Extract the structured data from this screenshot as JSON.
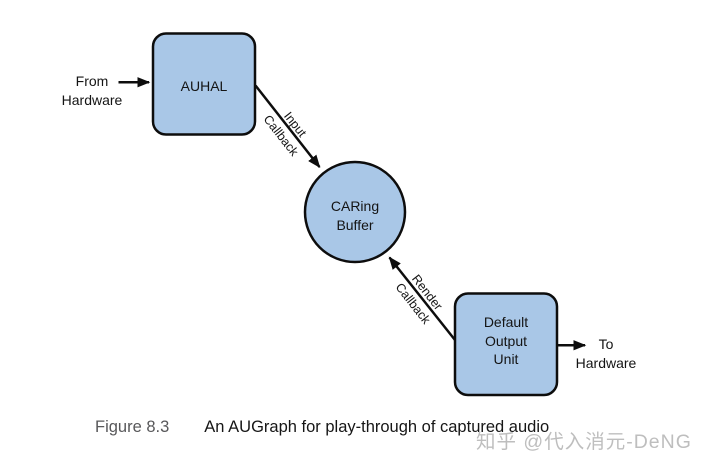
{
  "figure": {
    "colors": {
      "node_fill": "#a9c7e7",
      "node_stroke": "#0d0d0d",
      "arrow": "#0d0d0d",
      "caption_label_gray": "#58585a",
      "watermark_gray": "#b8b8b8"
    },
    "nodes": {
      "auhal": {
        "lines": [
          "AUHAL"
        ]
      },
      "caring_buffer": {
        "lines": [
          "CARing",
          "Buffer"
        ]
      },
      "default_output_unit": {
        "lines": [
          "Default",
          "Output",
          "Unit"
        ]
      }
    },
    "edge_labels": {
      "input_callback": {
        "lines": [
          "Input",
          "Callback"
        ]
      },
      "render_callback": {
        "lines": [
          "Render",
          "Callback"
        ]
      }
    },
    "io_labels": {
      "from_hardware": {
        "lines": [
          "From",
          "Hardware"
        ]
      },
      "to_hardware": {
        "lines": [
          "To",
          "Hardware"
        ]
      }
    },
    "caption": {
      "label": "Figure 8.3",
      "text": "An AUGraph for play-through of captured audio"
    },
    "watermark": "知乎 @代入消元-DeNG"
  }
}
